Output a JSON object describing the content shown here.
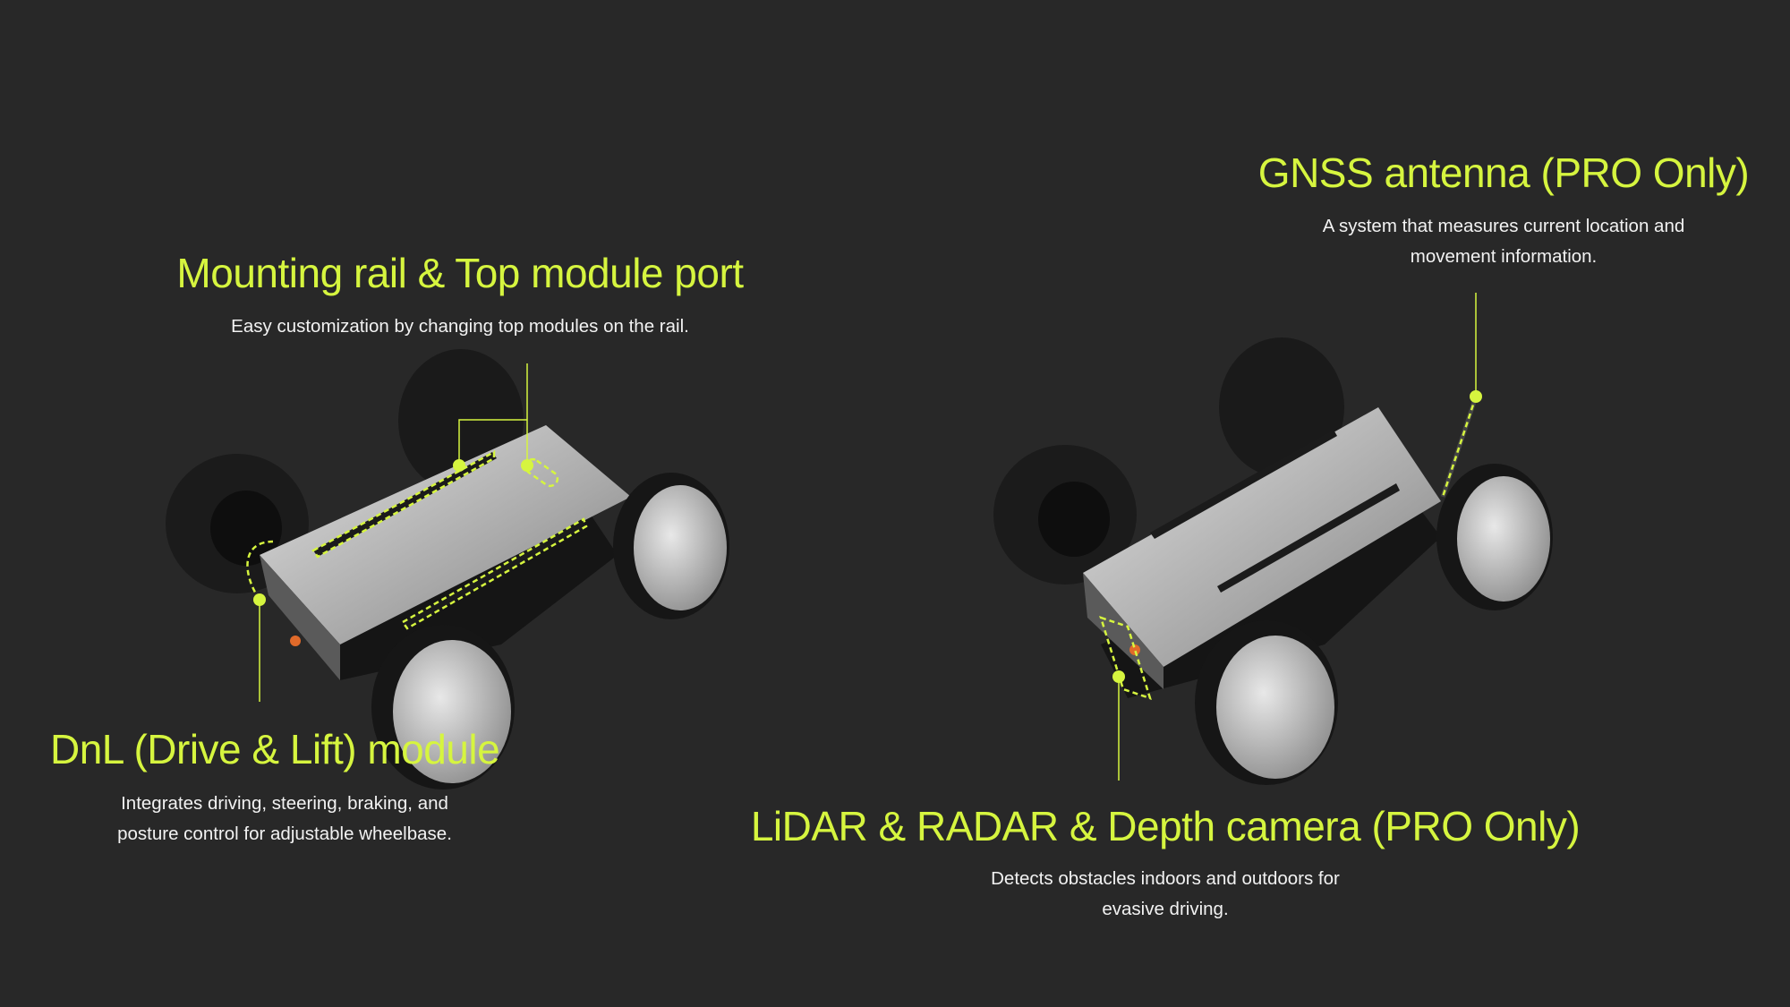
{
  "colors": {
    "background": "#282828",
    "accent": "#d6f53f",
    "text": "#f2f2f2"
  },
  "features": {
    "mounting_rail": {
      "title": "Mounting rail & Top module port",
      "desc": [
        "Easy customization by changing top modules on the rail."
      ]
    },
    "gnss": {
      "title": "GNSS antenna (PRO Only)",
      "desc": [
        "A system that measures current location and",
        "movement information."
      ]
    },
    "dnl": {
      "title": "DnL (Drive & Lift) module",
      "desc": [
        "Integrates driving, steering, braking, and",
        "posture control for adjustable wheelbase."
      ]
    },
    "lidar": {
      "title": "LiDAR & RADAR & Depth camera (PRO Only)",
      "desc": [
        "Detects obstacles indoors and outdoors for",
        "evasive driving."
      ]
    }
  }
}
